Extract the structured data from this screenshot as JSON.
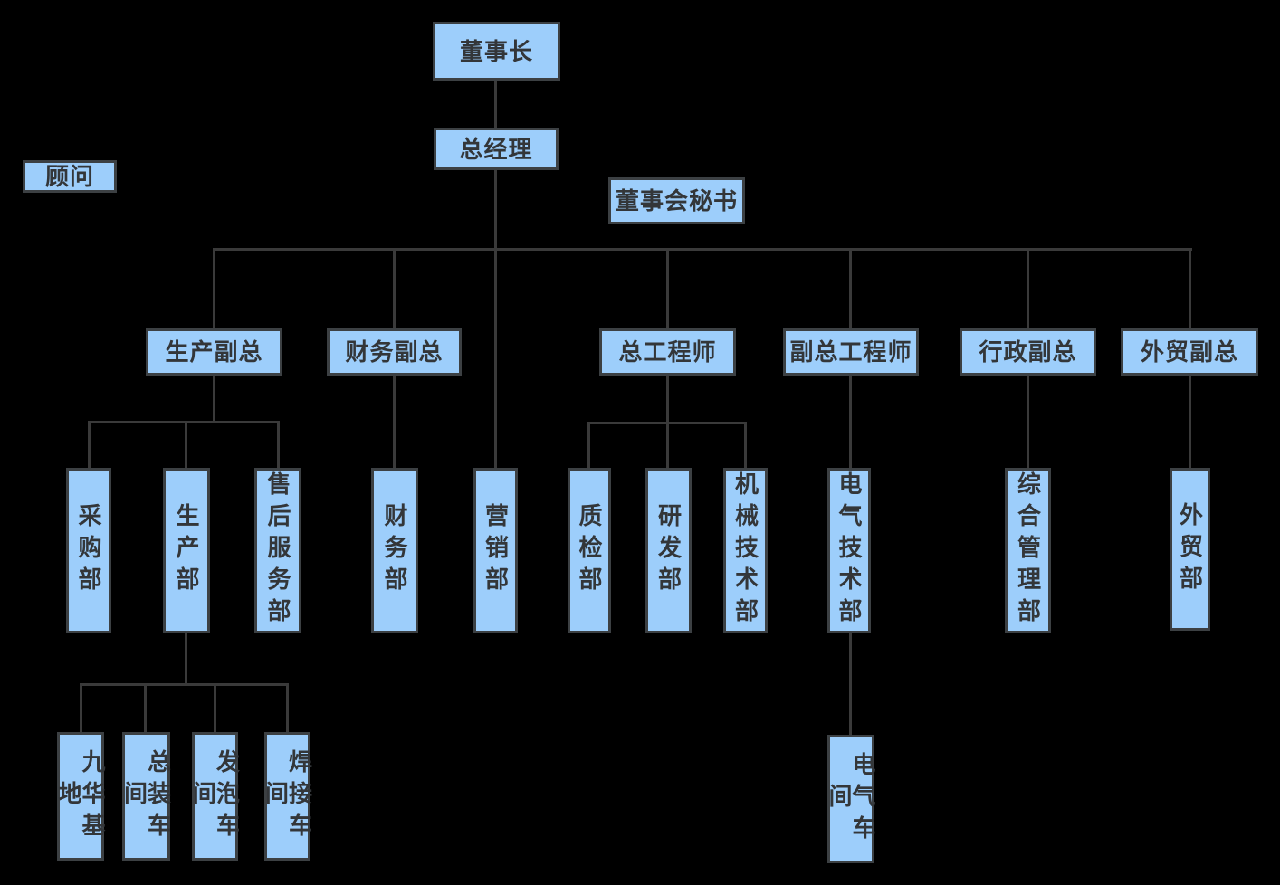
{
  "colors": {
    "background": "#000000",
    "node_fill": "#9DCEFB",
    "node_border": "#3C4043",
    "connector": "#3A3A3A",
    "text": "#333639"
  },
  "nodes": {
    "chairman": {
      "label": "董事长"
    },
    "general_manager": {
      "label": "总经理"
    },
    "advisor": {
      "label": "顾问"
    },
    "board_secretary": {
      "label": "董事会秘书"
    },
    "vp_production": {
      "label": "生产副总"
    },
    "vp_finance": {
      "label": "财务副总"
    },
    "chief_engineer": {
      "label": "总工程师"
    },
    "deputy_chief_engineer": {
      "label": "副总工程师"
    },
    "vp_admin": {
      "label": "行政副总"
    },
    "vp_foreign_trade": {
      "label": "外贸副总"
    },
    "purchasing_dept": {
      "label": "采购部"
    },
    "production_dept": {
      "label": "生产部"
    },
    "after_sales_dept": {
      "label": "售后服务部"
    },
    "finance_dept": {
      "label": "财务部"
    },
    "marketing_dept": {
      "label": "营销部"
    },
    "qc_dept": {
      "label": "质检部"
    },
    "rd_dept": {
      "label": "研发部"
    },
    "mechanical_tech_dept": {
      "label": "机械技术部"
    },
    "electrical_tech_dept": {
      "label": "电气技术部"
    },
    "general_management_dept": {
      "label": "综合管理部"
    },
    "foreign_trade_dept": {
      "label": "外贸部"
    },
    "jiuhua_base": {
      "label": "九华基地"
    },
    "final_assembly_workshop": {
      "label": "总装车间"
    },
    "foaming_workshop": {
      "label": "发泡车间"
    },
    "welding_workshop": {
      "label": "焊接车间"
    },
    "electrical_workshop": {
      "label": "电气车间"
    }
  },
  "edges": [
    [
      "chairman",
      "general_manager"
    ],
    [
      "general_manager",
      "vp_production"
    ],
    [
      "general_manager",
      "vp_finance"
    ],
    [
      "general_manager",
      "marketing_dept"
    ],
    [
      "general_manager",
      "chief_engineer"
    ],
    [
      "general_manager",
      "deputy_chief_engineer"
    ],
    [
      "general_manager",
      "vp_admin"
    ],
    [
      "general_manager",
      "vp_foreign_trade"
    ],
    [
      "vp_production",
      "purchasing_dept"
    ],
    [
      "vp_production",
      "production_dept"
    ],
    [
      "vp_production",
      "after_sales_dept"
    ],
    [
      "vp_finance",
      "finance_dept"
    ],
    [
      "chief_engineer",
      "qc_dept"
    ],
    [
      "chief_engineer",
      "rd_dept"
    ],
    [
      "chief_engineer",
      "mechanical_tech_dept"
    ],
    [
      "deputy_chief_engineer",
      "electrical_tech_dept"
    ],
    [
      "vp_admin",
      "general_management_dept"
    ],
    [
      "vp_foreign_trade",
      "foreign_trade_dept"
    ],
    [
      "production_dept",
      "jiuhua_base"
    ],
    [
      "production_dept",
      "final_assembly_workshop"
    ],
    [
      "production_dept",
      "foaming_workshop"
    ],
    [
      "production_dept",
      "welding_workshop"
    ],
    [
      "electrical_tech_dept",
      "electrical_workshop"
    ]
  ],
  "standalone_nodes": [
    "advisor",
    "board_secretary"
  ]
}
